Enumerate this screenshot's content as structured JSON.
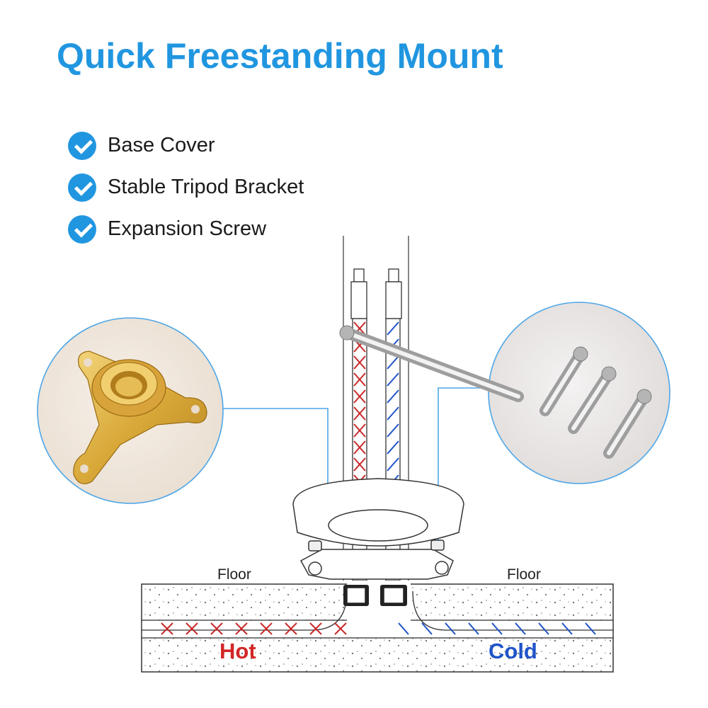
{
  "title": "Quick Freestanding Mount",
  "features": [
    {
      "label": "Base Cover",
      "icon": "check-circle-icon"
    },
    {
      "label": "Stable Tripod Bracket",
      "icon": "check-circle-icon"
    },
    {
      "label": "Expansion Screw",
      "icon": "check-circle-icon"
    }
  ],
  "diagram": {
    "floor_left_label": "Floor",
    "floor_right_label": "Floor",
    "hot_label": "Hot",
    "cold_label": "Cold"
  },
  "colors": {
    "accent": "#2196e0",
    "hot": "#d32626",
    "cold": "#1f53c8",
    "callout_line": "#4da6e8"
  }
}
